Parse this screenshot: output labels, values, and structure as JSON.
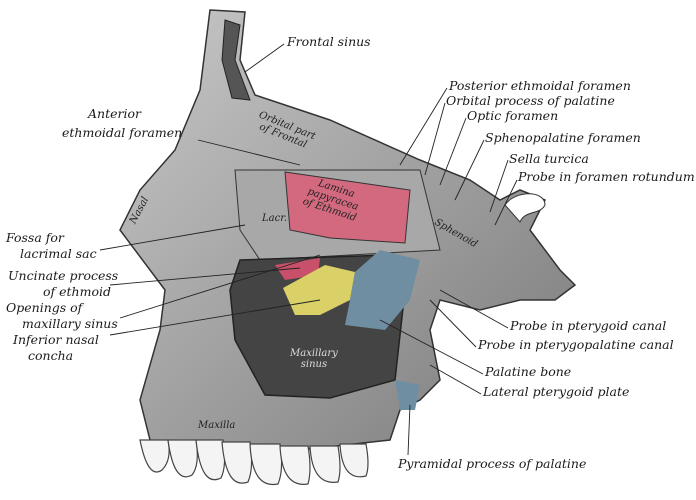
{
  "labels": {
    "frontal_sinus": "Frontal sinus",
    "posterior_ethmoidal_foramen": "Posterior ethmoidal foramen",
    "orbital_process_palatine": "Orbital process of palatine",
    "optic_foramen": "Optic foramen",
    "sphenopalatine_foramen": "Sphenopalatine foramen",
    "sella_turcica": "Sella turcica",
    "probe_foramen_rotundum": "Probe in foramen rotundum",
    "anterior_ethmoidal_1": "Anterior",
    "anterior_ethmoidal_2": "ethmoidal foramen",
    "fossa_lacrimal_1": "Fossa for",
    "fossa_lacrimal_2": "lacrimal sac",
    "uncinate_1": "Uncinate process",
    "uncinate_2": "of ethmoid",
    "openings_1": "Openings of",
    "openings_2": "maxillary sinus",
    "inferior_concha_1": "Inferior nasal",
    "inferior_concha_2": "concha",
    "probe_pterygoid_canal": "Probe in pterygoid canal",
    "probe_pterygopalatine_canal": "Probe in pterygopalatine canal",
    "palatine_bone": "Palatine bone",
    "lateral_pterygoid_plate": "Lateral pterygoid plate",
    "pyramidal_process": "Pyramidal process of palatine"
  },
  "bone_labels": {
    "orbital_frontal_1": "Orbital part",
    "orbital_frontal_2": "of Frontal",
    "lamina_1": "Lamina",
    "lamina_2": "papyracea",
    "lamina_3": "of Ethmoid",
    "nasal": "Nasal",
    "lacrimal": "Lacr.",
    "sphenoid": "Sphenoid",
    "maxillary_sinus_1": "Maxillary",
    "maxillary_sinus_2": "sinus",
    "maxilla": "Maxilla"
  },
  "colors": {
    "lamina_papyracea": "#d2697f",
    "uncinate": "#c8506a",
    "inferior_concha": "#d9d067",
    "palatine": "#6f8ea2",
    "bone": "#9a9a9a"
  }
}
